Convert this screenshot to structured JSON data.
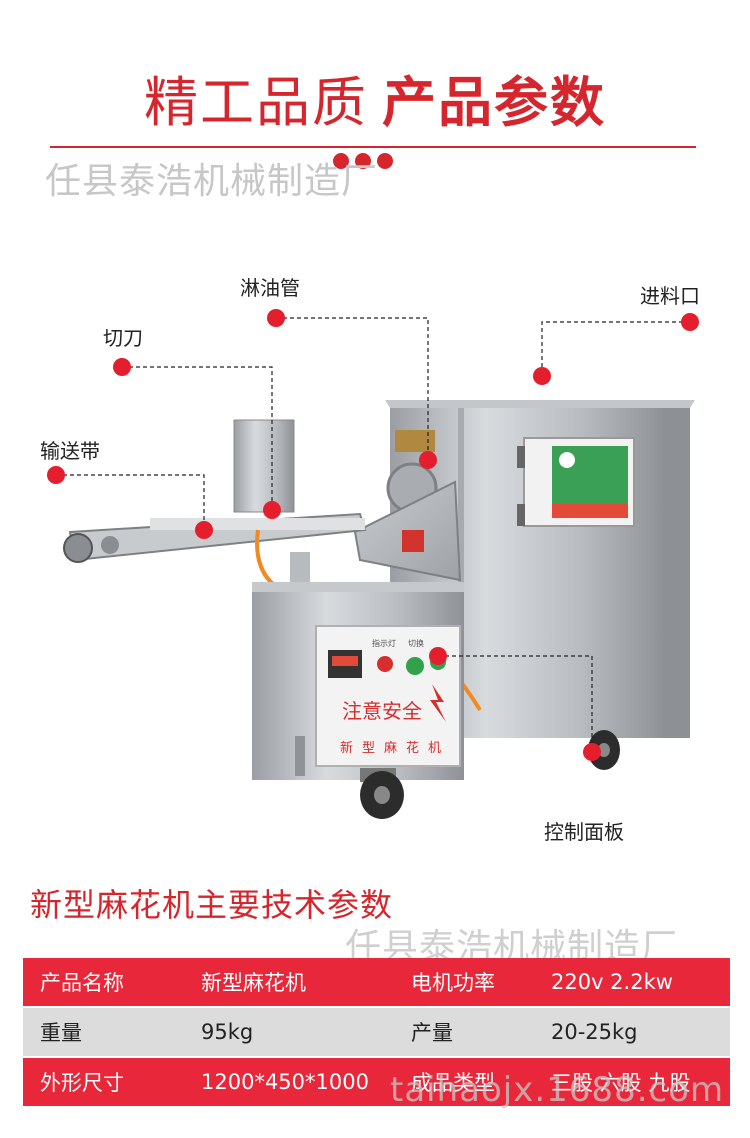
{
  "header": {
    "title_light": "精工品质",
    "title_bold": "产品参数"
  },
  "watermark": {
    "text": "任县泰浩机械制造厂",
    "site": "taihaojx.1688.com"
  },
  "callouts": {
    "oil_pipe": "淋油管",
    "feed_inlet": "进料口",
    "cutter": "切刀",
    "conveyor": "输送带",
    "control_panel": "控制面板"
  },
  "machine_panel": {
    "warning": "注意安全",
    "name": "新型麻花机",
    "indicator": "指示灯",
    "switch": "切换"
  },
  "specs": {
    "title": "新型麻花机主要技术参数",
    "rows": [
      {
        "label1": "产品名称",
        "value1": "新型麻花机",
        "label2": "电机功率",
        "value2": "220v 2.2kw"
      },
      {
        "label1": "重量",
        "value1": "95kg",
        "label2": "产量",
        "value2": "20-25kg"
      },
      {
        "label1": "外形尺寸",
        "value1": "1200*450*1000",
        "label2": "成品类型",
        "value2": "三股 六股 九股"
      }
    ]
  },
  "colors": {
    "accent": "#d6262d",
    "row_red": "#e8283a",
    "row_gray": "#dcdcdc"
  }
}
